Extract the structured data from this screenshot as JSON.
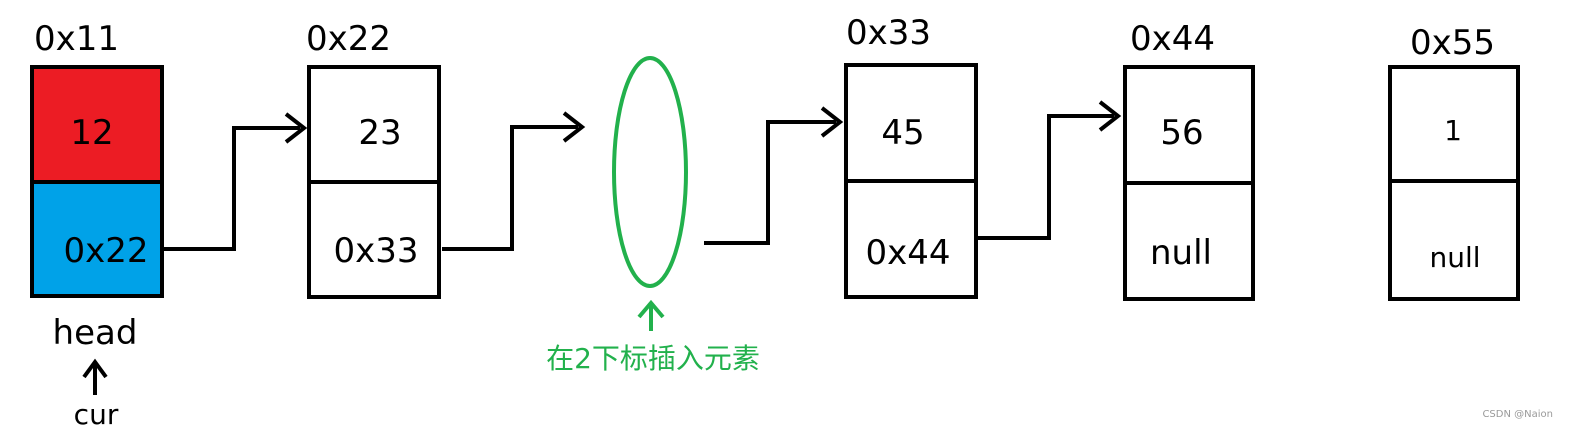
{
  "nodes": [
    {
      "address": "0x11",
      "value": "12",
      "next": "0x22"
    },
    {
      "address": "0x22",
      "value": "23",
      "next": "0x33"
    },
    {
      "address": "0x33",
      "value": "45",
      "next": "0x44"
    },
    {
      "address": "0x44",
      "value": "56",
      "next": "null"
    },
    {
      "address": "0x55",
      "value": "1",
      "next": "null"
    }
  ],
  "pointers": {
    "head": "head",
    "cur": "cur"
  },
  "insert_note": "在2下标插入元素",
  "watermark": "CSDN @Naion",
  "colors": {
    "head_value_fill": "#ec1c24",
    "head_next_fill": "#00a2e8",
    "insert_marker": "#22b14c",
    "stroke": "#000000"
  }
}
